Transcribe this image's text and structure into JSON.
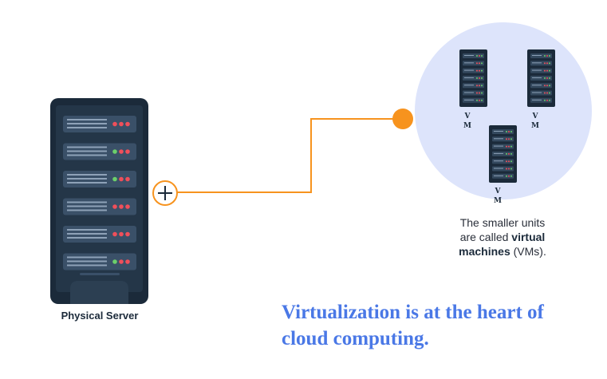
{
  "physical_server": {
    "label": "Physical Server",
    "rack_units": 6
  },
  "virtual_machines": {
    "items": [
      {
        "label_top": "V",
        "label_bottom": "M"
      },
      {
        "label_top": "V",
        "label_bottom": "M"
      },
      {
        "label_top": "V",
        "label_bottom": "M"
      }
    ],
    "caption_line1": "The smaller units",
    "caption_line2_prefix": "are called ",
    "caption_line2_bold": "virtual",
    "caption_line3_bold": "machines",
    "caption_line3_suffix": " (VMs)."
  },
  "headline": {
    "line1": "Virtualization is at the heart of",
    "line2": "cloud computing."
  },
  "colors": {
    "server_body": "#1b2a3a",
    "connector": "#f7931e",
    "cloud_circle": "#dde4fb",
    "headline": "#4a78e6",
    "led_red": "#ef4f5a",
    "led_green": "#6ccf6a"
  }
}
